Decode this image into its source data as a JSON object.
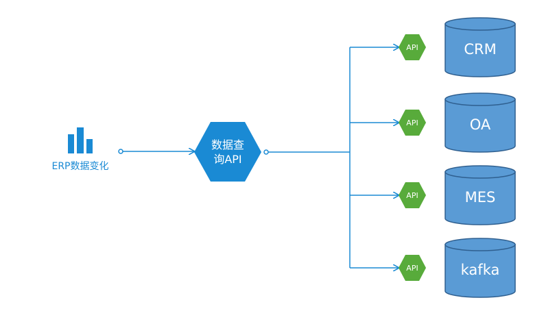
{
  "source": {
    "label": "ERP数据变化",
    "icon": "bar-chart-icon"
  },
  "hub": {
    "line1": "数据查",
    "line2": "询API"
  },
  "targets": [
    {
      "api_label": "API",
      "name": "CRM"
    },
    {
      "api_label": "API",
      "name": "OA"
    },
    {
      "api_label": "API",
      "name": "MES"
    },
    {
      "api_label": "API",
      "name": "kafka"
    }
  ],
  "colors": {
    "line": "#1a8ad4",
    "source_icon": "#1a8ad4",
    "source_text": "#1a8ad4",
    "hub_fill": "#1a8ad4",
    "api_fill": "#58ab3b",
    "db_fill": "#5a9bd5",
    "db_stroke": "#2f5f8f"
  }
}
